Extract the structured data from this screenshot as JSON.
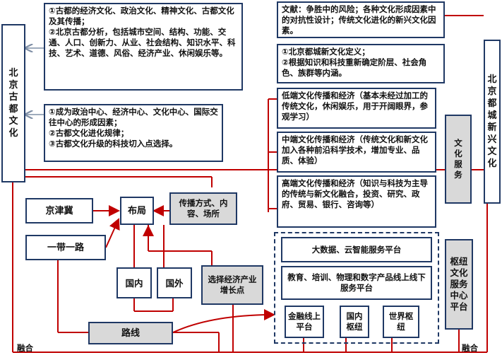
{
  "left_vertical": "北京古都文化",
  "right_vertical": "北京都城新兴文化",
  "box_top_left": [
    "①古都的经济文化、政治文化、精神文化、古都文化及其传播；",
    "②北京古都分析，包括城市空间、结构、功能、交通、人口、创新力、从业、社会结构、知识水平、科技、艺术、道德、风俗、经济产业、休闲娱乐等。"
  ],
  "box_mid_left": [
    "①成为政治中心、经济中心、文化中心、国际交往中心的形成因素；",
    "②古都文化进化规律；",
    "③古都文化升级的科技切入点选择。"
  ],
  "box_top_right": "文献：争胜中的风险；各种文化形成因素中的对抗性设计；传统文化进化的新兴文化因素。",
  "box_right2": [
    "①北京都城新文化定义；",
    "②根据知识和科技重新确定阶层、社会角色、族群等内涵。"
  ],
  "box_low": "低端文化传播和经济（基本未经过加工的传统文化，休闲娱乐，用于开阔眼界，参观学习）",
  "box_mid": "中端文化传播和经济（传统文化和新文化加入各种前沿科学技术，增加专业、品质、体验）",
  "box_high": "高端文化传播和经济（知识与科技为主导的传统与新文化融合，投资、研究、政府、贸易、银行、咨询等）",
  "culture_service": "文化服务",
  "jingjinji": "京津冀",
  "yidaiyilu": "一带一路",
  "buju": "布局",
  "chuanbo": "传播方式、内容、场所",
  "guonei": "国内",
  "guowai": "国外",
  "xuanze": "选择经济产业增长点",
  "luxian": "路线",
  "bigdata": "大数据、云智能服务平台",
  "education": "教育、培训、物理和数字产品线上线下服务平台",
  "finance": "金融线上平台",
  "hub_domestic": "国内枢纽",
  "hub_world": "世界枢纽",
  "hub_service": "枢纽文化服务中心平台",
  "fusion_left": "融合",
  "fusion_right": "融合"
}
